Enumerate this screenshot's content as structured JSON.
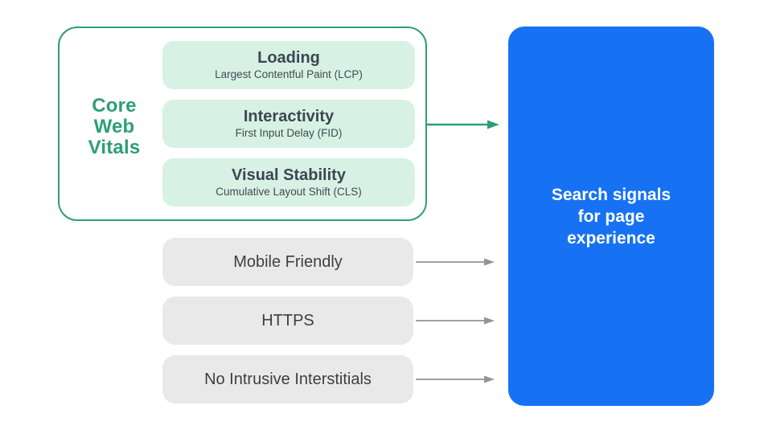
{
  "diagram": {
    "core_web_vitals": {
      "label_lines": [
        "Core",
        "Web",
        "Vitals"
      ],
      "items": [
        {
          "title": "Loading",
          "subtitle": "Largest Contentful Paint (LCP)"
        },
        {
          "title": "Interactivity",
          "subtitle": "First Input Delay (FID)"
        },
        {
          "title": "Visual Stability",
          "subtitle": "Cumulative Layout Shift (CLS)"
        }
      ]
    },
    "other_signals": [
      "Mobile Friendly",
      "HTTPS",
      "No Intrusive Interstitials"
    ],
    "result_box": {
      "lines": [
        "Search signals",
        "for page",
        "experience"
      ]
    },
    "icons": {
      "connector": "arrow-right-icon"
    },
    "colors": {
      "green": "#2d9e78",
      "mint_fill": "#d7f2e5",
      "blue": "#1772f3",
      "gray_fill": "#e9e9ea",
      "text_dark": "#3c4043",
      "arrow_gray": "#8f959b",
      "result_text": "#ffffff"
    }
  }
}
